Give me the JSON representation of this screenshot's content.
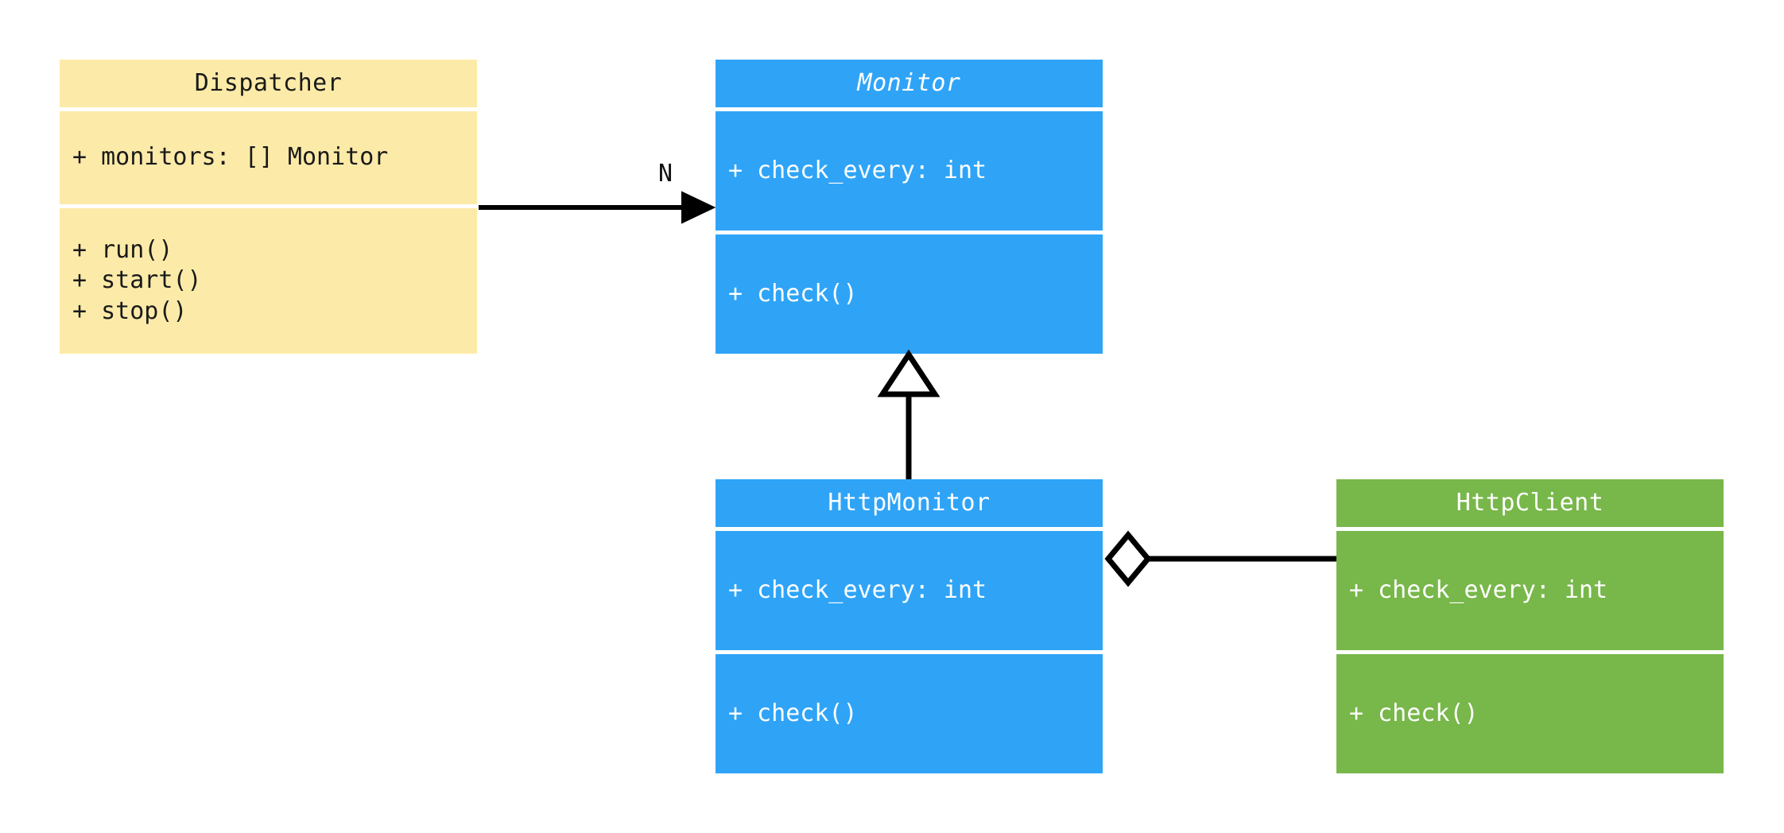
{
  "diagram": {
    "type": "uml-class-diagram",
    "background": "#ffffff",
    "classes": [
      {
        "id": "dispatcher",
        "name": "Dispatcher",
        "abstract": false,
        "color": "#fceba8",
        "text_color": "#1a1a1a",
        "attributes": [
          "+ monitors: [] Monitor"
        ],
        "methods": [
          "+ run()",
          "+ start()",
          "+ stop()"
        ]
      },
      {
        "id": "monitor",
        "name": "Monitor",
        "abstract": true,
        "color": "#2fa4f7",
        "text_color": "#ffffff",
        "attributes": [
          "+ check_every: int"
        ],
        "methods": [
          "+ check()"
        ]
      },
      {
        "id": "httpmonitor",
        "name": "HttpMonitor",
        "abstract": false,
        "color": "#2fa4f7",
        "text_color": "#ffffff",
        "attributes": [
          "+ check_every: int"
        ],
        "methods": [
          "+ check()"
        ]
      },
      {
        "id": "httpclient",
        "name": "HttpClient",
        "abstract": false,
        "color": "#78b74a",
        "text_color": "#ffffff",
        "attributes": [
          "+ check_every: int"
        ],
        "methods": [
          "+ check()"
        ]
      }
    ],
    "relationships": [
      {
        "id": "dispatcher-to-monitor",
        "kind": "association",
        "from": "Dispatcher",
        "to": "Monitor",
        "label": "N",
        "arrow": "filled-arrow",
        "color": "#000000"
      },
      {
        "id": "httpmonitor-to-monitor",
        "kind": "generalization",
        "from": "HttpMonitor",
        "to": "Monitor",
        "label": "",
        "arrow": "hollow-triangle",
        "color": "#000000"
      },
      {
        "id": "httpmonitor-to-httpclient",
        "kind": "aggregation",
        "from": "HttpMonitor",
        "to": "HttpClient",
        "label": "",
        "arrow": "hollow-diamond",
        "color": "#000000"
      }
    ]
  },
  "classes_by_id": {
    "dispatcher": {
      "title": "Dispatcher",
      "attr0": "+ monitors: [] Monitor",
      "m0": "+ run()",
      "m1": "+ start()",
      "m2": "+ stop()"
    },
    "monitor": {
      "title": "Monitor",
      "attr0": "+ check_every: int",
      "m0": "+ check()"
    },
    "httpmonitor": {
      "title": "HttpMonitor",
      "attr0": "+ check_every: int",
      "m0": "+ check()"
    },
    "httpclient": {
      "title": "HttpClient",
      "attr0": "+ check_every: int",
      "m0": "+ check()"
    }
  },
  "labels": {
    "multiplicity_n": "N"
  }
}
